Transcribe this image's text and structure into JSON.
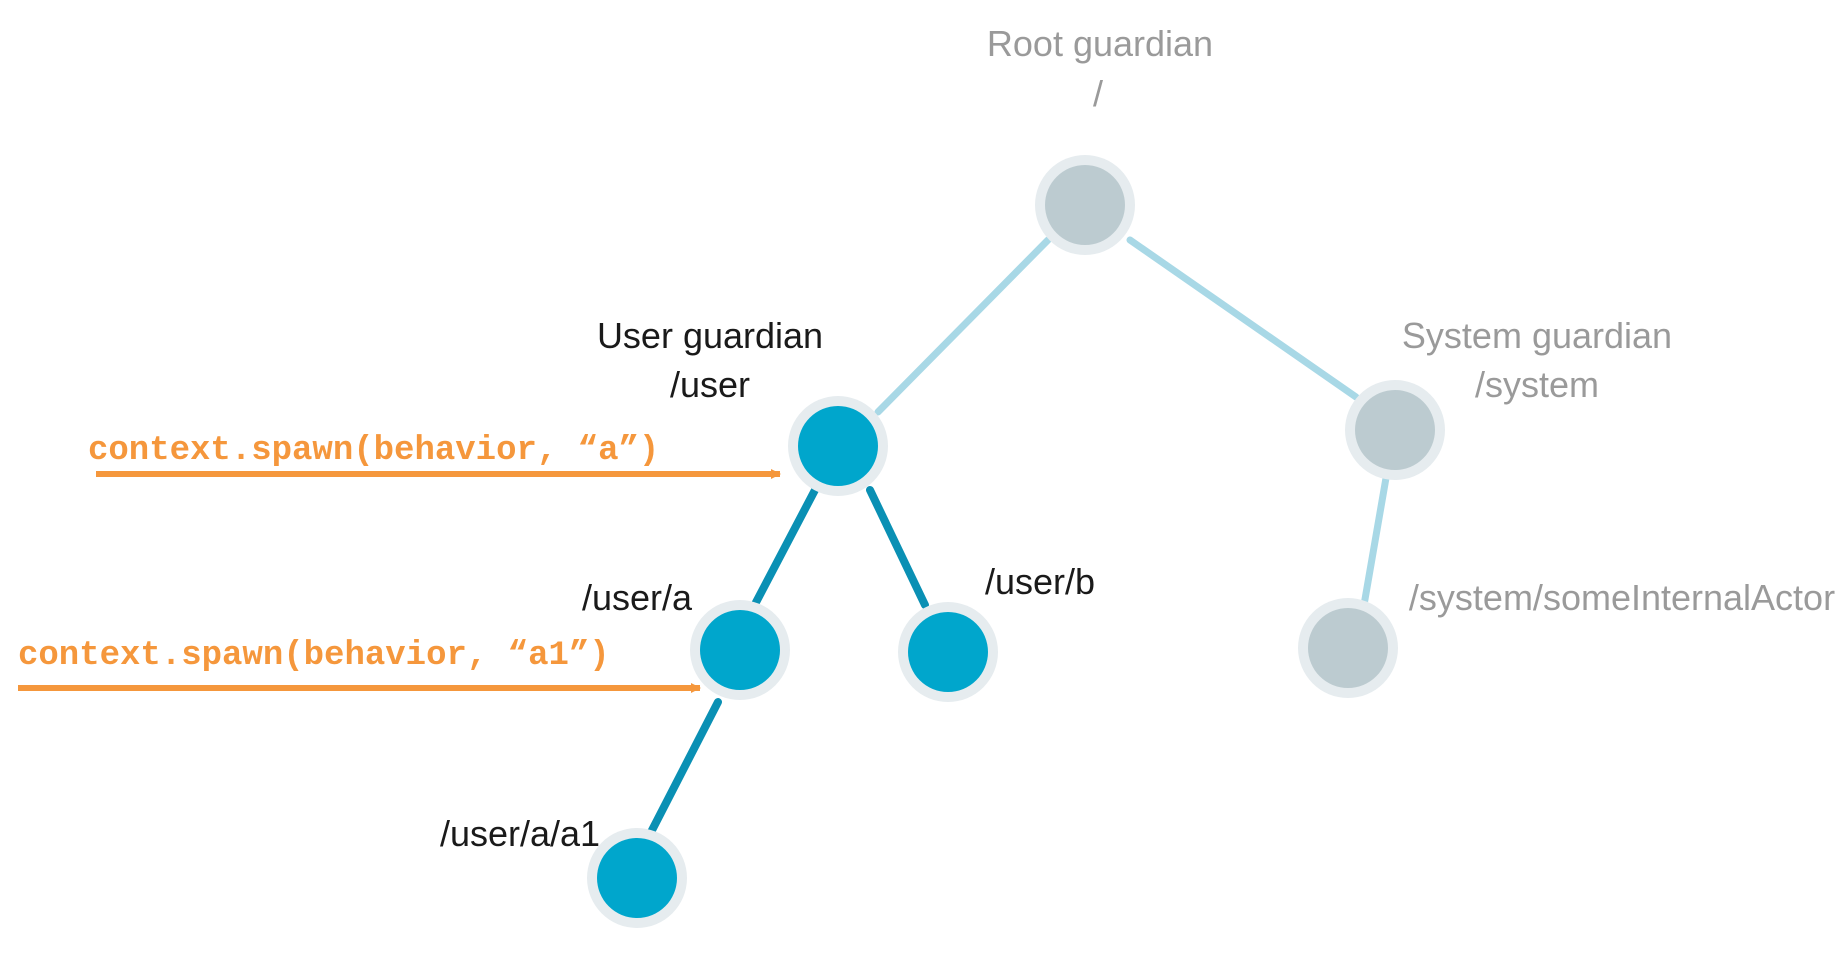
{
  "colors": {
    "active_node": "#00a6cc",
    "inactive_node": "#bccbd0",
    "node_ring": "#e6ecef",
    "active_edge": "#0a90b4",
    "inactive_edge": "#a8d8e6",
    "spawn_arrow": "#f5973c",
    "text_dark": "#1a1a1a",
    "text_gray": "#9a9a9a"
  },
  "nodes": {
    "root": {
      "title": "Root guardian",
      "path": "/"
    },
    "user": {
      "title": "User guardian",
      "path": "/user"
    },
    "system": {
      "title": "System guardian",
      "path": "/system"
    },
    "user_a": {
      "path": "/user/a"
    },
    "user_b": {
      "path": "/user/b"
    },
    "user_a_a1": {
      "path": "/user/a/a1"
    },
    "system_internal": {
      "path": "/system/someInternalActor"
    }
  },
  "spawn_calls": {
    "a": "context.spawn(behavior, “a”)",
    "a1": "context.spawn(behavior, “a1”)"
  }
}
